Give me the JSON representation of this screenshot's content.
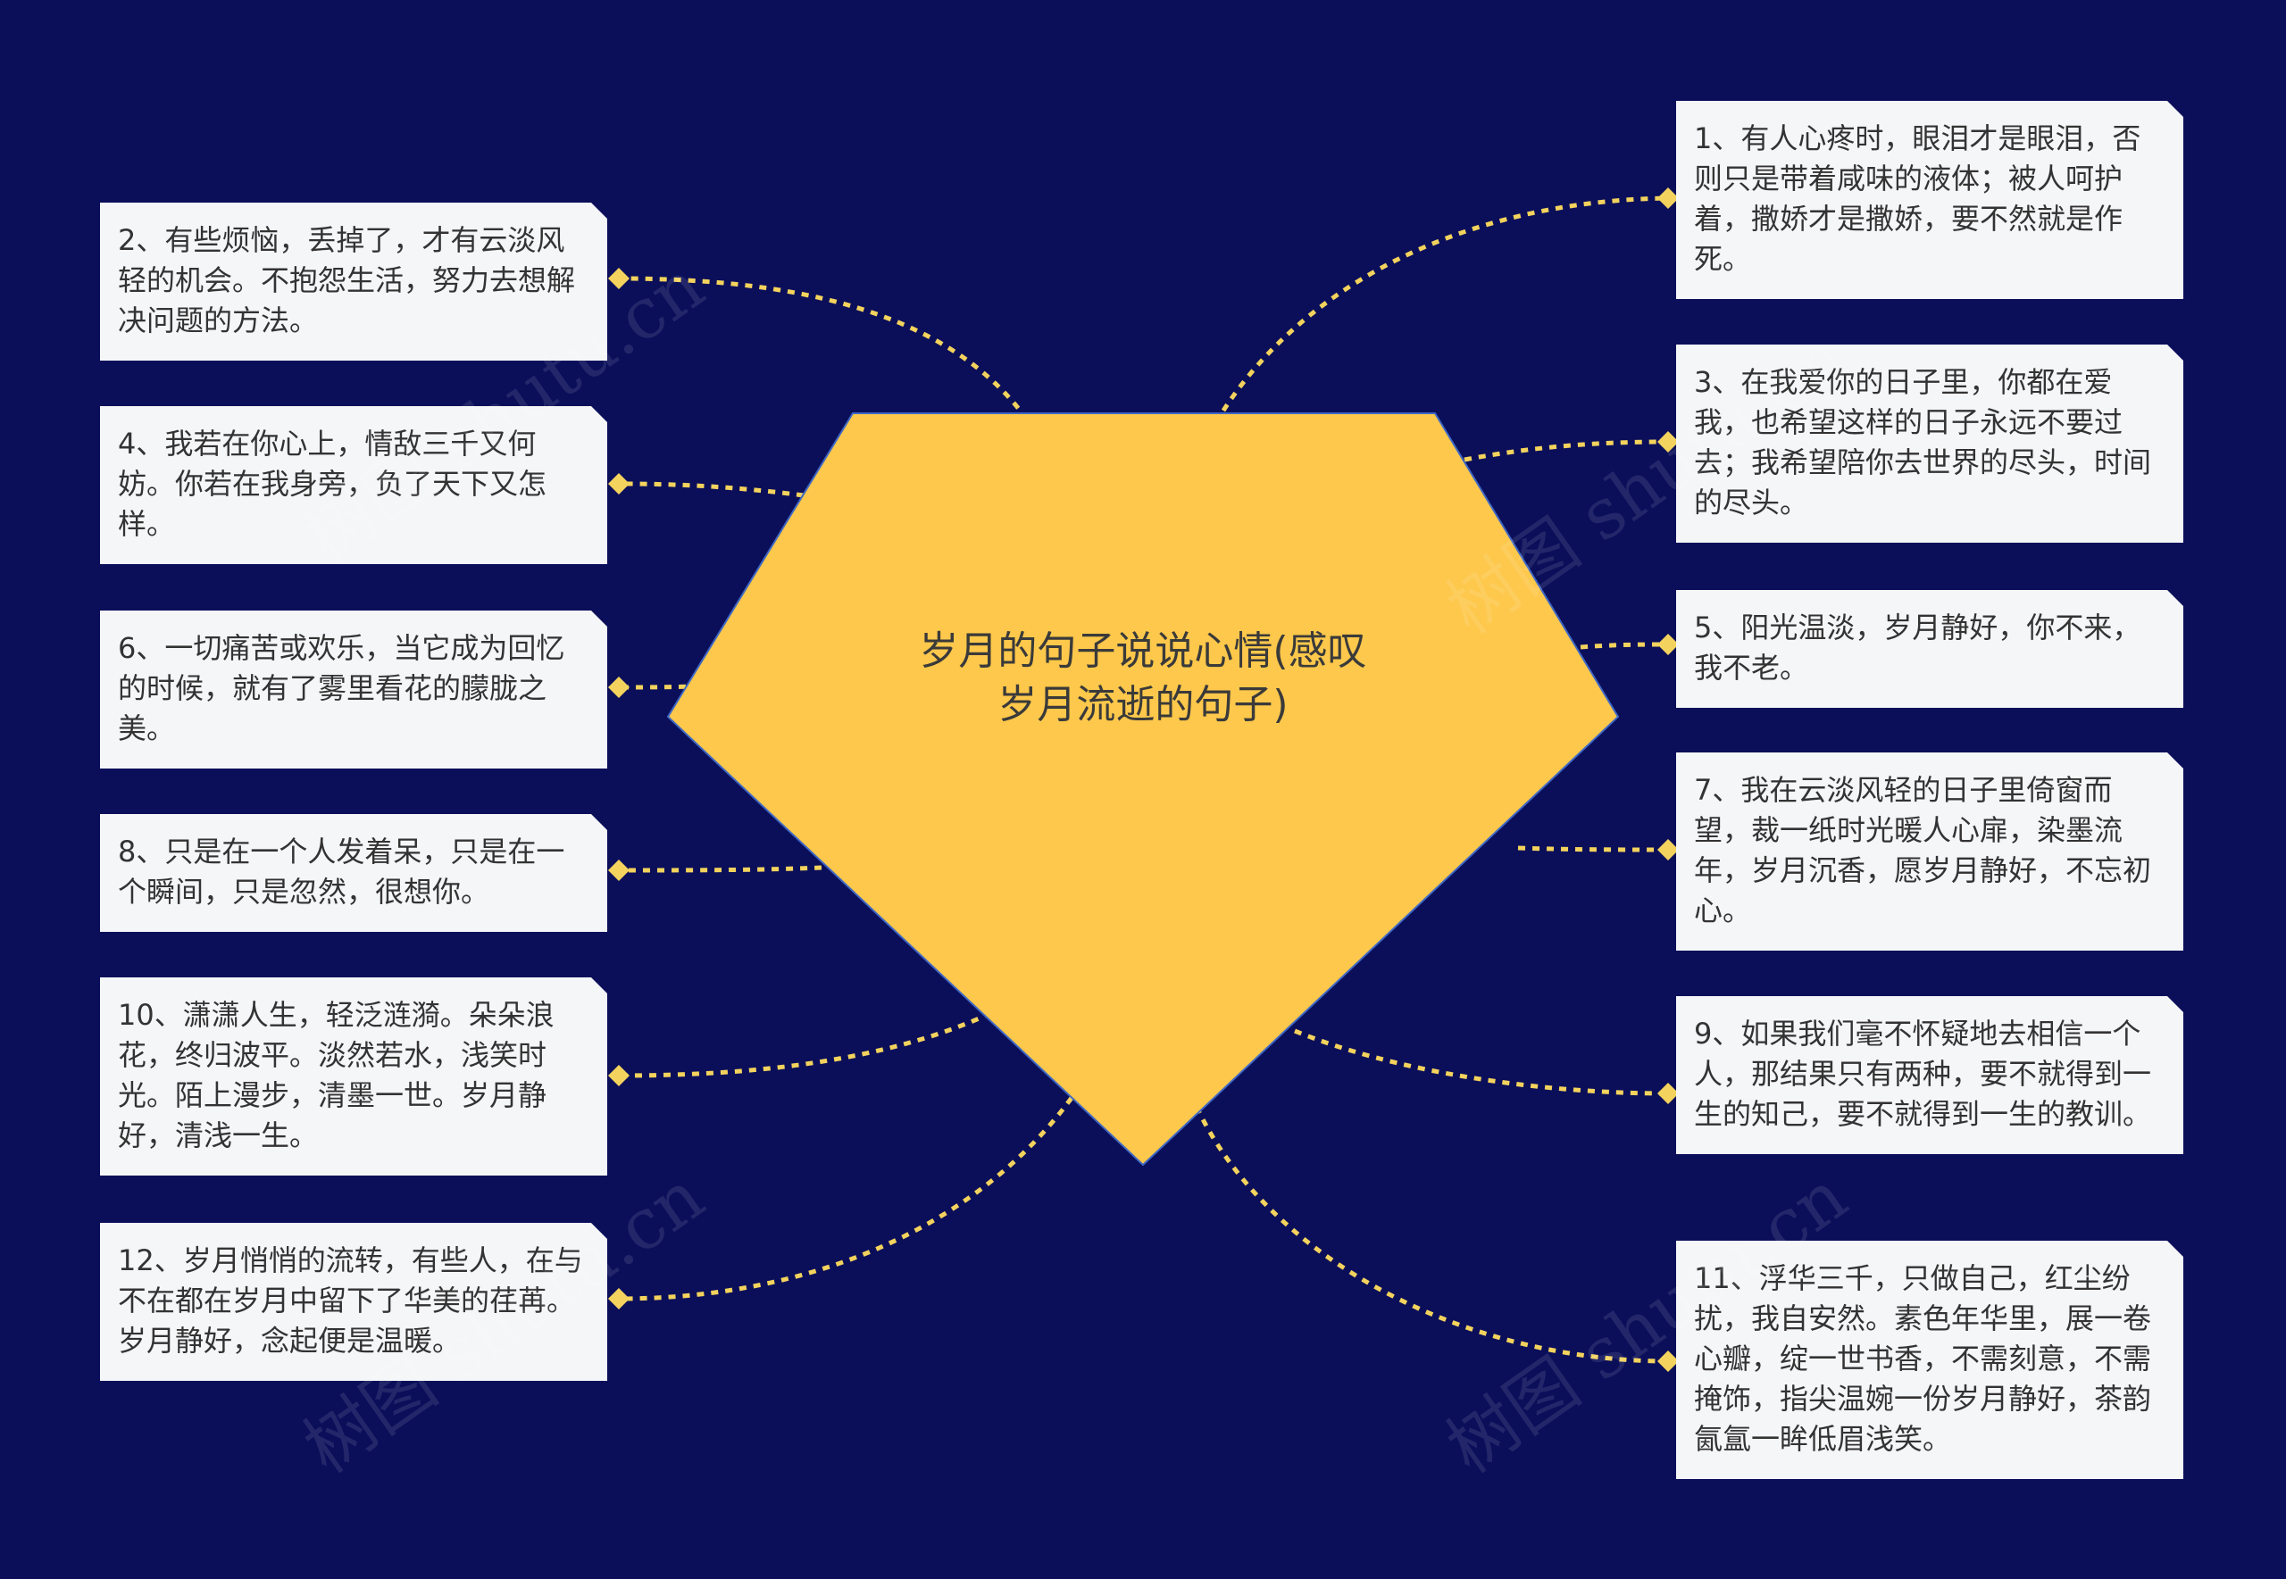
{
  "colors": {
    "background": "#0b0f5a",
    "center_fill": "#fdc84b",
    "center_stroke": "#3f68c5",
    "connector": "#f3d35d",
    "node_fill": "#f5f6f8",
    "node_text": "#333333"
  },
  "center": {
    "title": "岁月的句子说说心情(感叹\n岁月流逝的句子)"
  },
  "watermark": "树图 shutu.cn",
  "nodes": {
    "n1": "1、有人心疼时，眼泪才是眼泪，否则只是带着咸味的液体；被人呵护着，撒娇才是撒娇，要不然就是作死。",
    "n2": "2、有些烦恼，丢掉了，才有云淡风轻的机会。不抱怨生活，努力去想解决问题的方法。",
    "n3": "3、在我爱你的日子里，你都在爱我，也希望这样的日子永远不要过去；我希望陪你去世界的尽头，时间的尽头。",
    "n4": "4、我若在你心上，情敌三千又何妨。你若在我身旁，负了天下又怎样。",
    "n5": "5、阳光温淡，岁月静好，你不来，我不老。",
    "n6": "6、一切痛苦或欢乐，当它成为回忆的时候，就有了雾里看花的朦胧之美。",
    "n7": "7、我在云淡风轻的日子里倚窗而望，裁一纸时光暖人心扉，染墨流年，岁月沉香，愿岁月静好，不忘初心。",
    "n8": "8、只是在一个人发着呆，只是在一个瞬间，只是忽然，很想你。",
    "n9": "9、如果我们毫不怀疑地去相信一个人，那结果只有两种，要不就得到一生的知己，要不就得到一生的教训。",
    "n10": "10、潇潇人生，轻泛涟漪。朵朵浪花，终归波平。淡然若水，浅笑时光。陌上漫步，清墨一世。岁月静好，清浅一生。",
    "n11": "11、浮华三千，只做自己，红尘纷扰，我自安然。素色年华里，展一卷心瓣，绽一世书香，不需刻意，不需掩饰，指尖温婉一份岁月静好，茶韵氤氲一眸低眉浅笑。",
    "n12": "12、岁月悄悄的流转，有些人，在与不在都在岁月中留下了华美的荏苒。岁月静好，念起便是温暖。"
  }
}
